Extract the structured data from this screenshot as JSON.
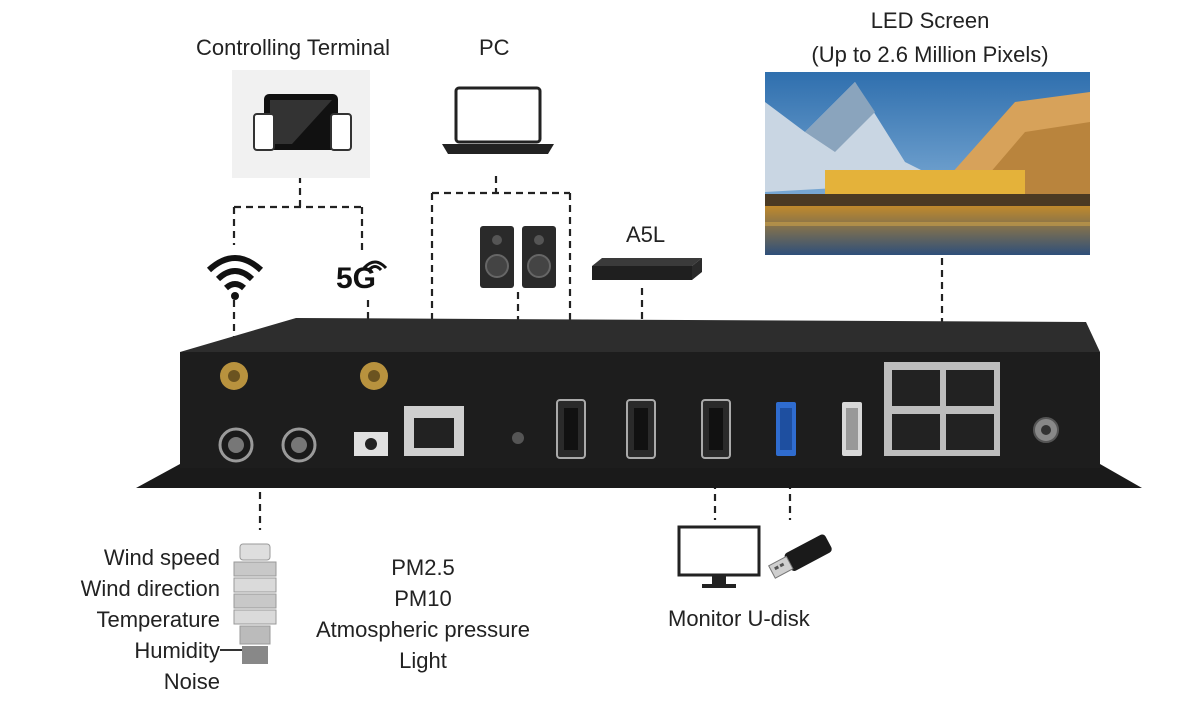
{
  "labels": {
    "controlling_terminal": "Controlling Terminal",
    "pc": "PC",
    "led_screen_title": "LED Screen",
    "led_screen_sub": "(Up to 2.6 Million Pixels)",
    "a5l": "A5L",
    "five_g": "5G",
    "monitor_udisk": "Monitor U-disk"
  },
  "sensor_list_left": [
    "Wind speed",
    "Wind direction",
    "Temperature",
    "Humidity",
    "Noise"
  ],
  "sensor_list_right": [
    "PM2.5",
    "PM10",
    "Atmospheric pressure",
    "Light"
  ],
  "colors": {
    "device_body": "#1e1e1e",
    "device_top": "#2a2a2a",
    "wire": "#222222",
    "sky": "#5a8fc0",
    "gold": "#d9a13a"
  }
}
